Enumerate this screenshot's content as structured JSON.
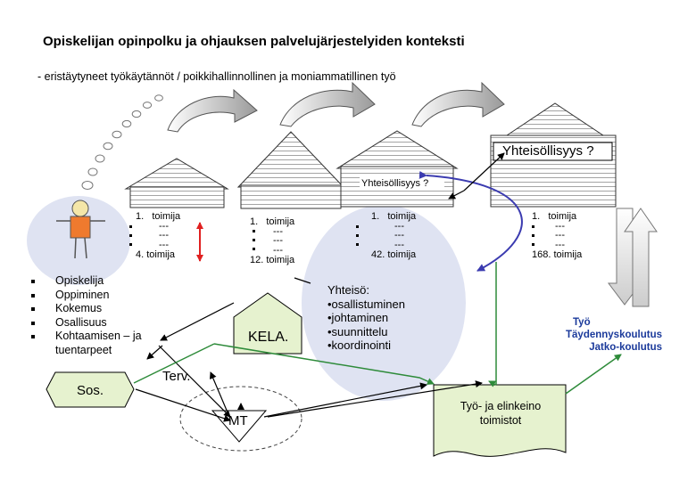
{
  "title": "Opiskelijan opinpolku ja ohjauksen palvelujärjestelyiden konteksti",
  "subtitle": "- eristäytyneet työkäytännöt / poikkihallinnollinen ja  moniammatillinen työ",
  "community_large": "Yhteisöllisyys ?",
  "community_small": "Yhteisöllisyys ?",
  "houses": [
    {
      "first": "1.",
      "word": "toimija",
      "dashes": [
        "---",
        "---",
        "---"
      ],
      "last": "4. toimija"
    },
    {
      "first": "1.",
      "word": "toimija",
      "dashes": [
        "---",
        "---",
        "---"
      ],
      "last": "12. toimija"
    },
    {
      "first": "1.",
      "word": "toimija",
      "dashes": [
        "---",
        "---",
        "---"
      ],
      "last": "42. toimija"
    },
    {
      "first": "1.",
      "word": "toimija",
      "dashes": [
        "---",
        "---",
        "---"
      ],
      "last": "168. toimija"
    }
  ],
  "student_items": [
    "Opiskelija",
    "Oppiminen",
    "Kokemus",
    "Osallisuus",
    "Kohtaamisen – ja tuentarpeet"
  ],
  "community": {
    "heading": "Yhteisö:",
    "items": [
      "•osallistuminen",
      "•johtaminen",
      "•suunnittelu",
      "•koordinointi"
    ]
  },
  "service_labels": {
    "kela": "KELA.",
    "sos": "Sos.",
    "terv": "Terv.",
    "mt": "MT"
  },
  "work_education": [
    "Työ",
    "Täydennyskoulutus",
    "Jatko-koulutus"
  ],
  "work_office": [
    "Työ- ja elinkeino",
    "toimistot"
  ],
  "colors": {
    "arrow_gray": "#a8a8a8",
    "green": "#2e8b3a",
    "blue": "#3b3bb0",
    "shading": "#dfe3f2",
    "doc_fill": "#e6f2cf",
    "figure": "#ef7a2e",
    "text_blue": "#1b3a9b",
    "red": "#e02020"
  }
}
